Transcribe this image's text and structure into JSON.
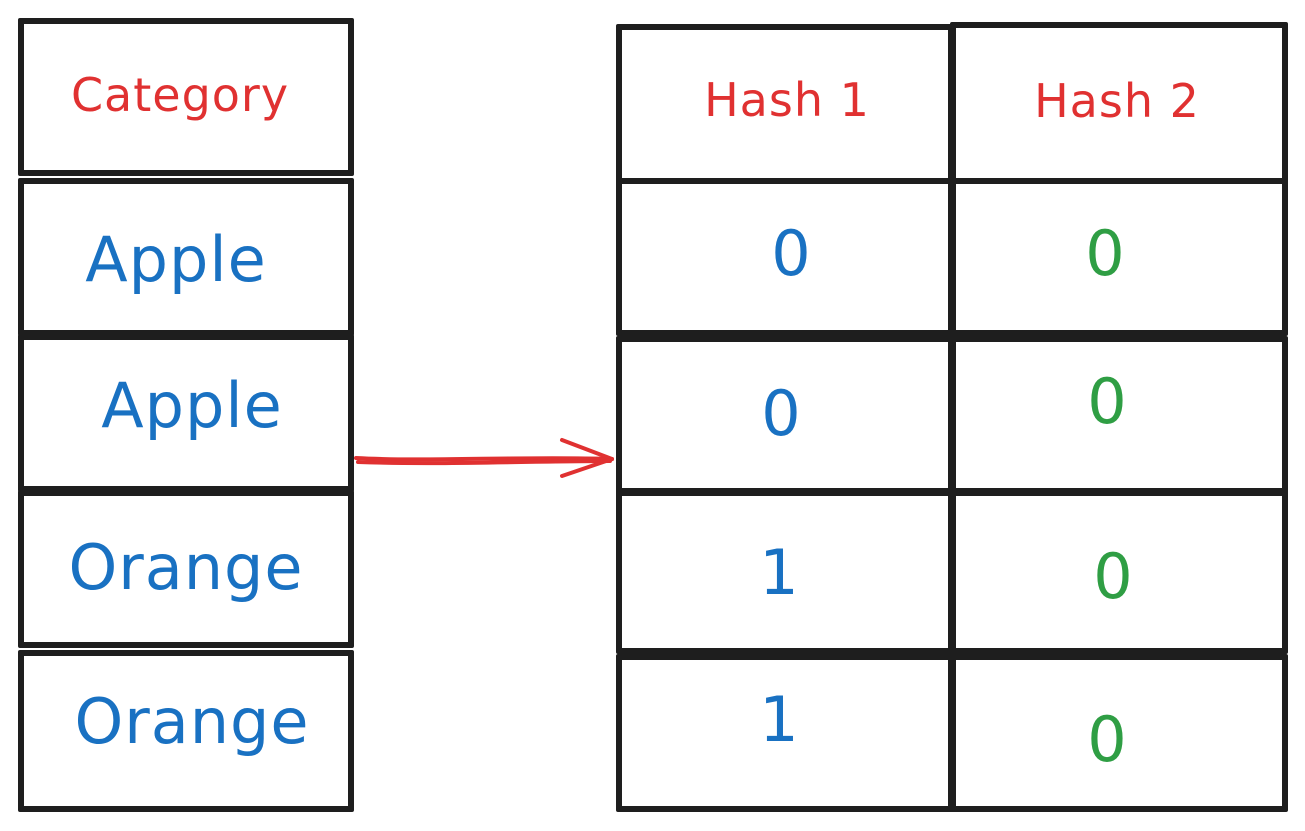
{
  "colors": {
    "header_text": "#e03131",
    "category_text": "#1971c2",
    "hash1_text": "#1971c2",
    "hash2_text": "#2f9e44",
    "border": "#1e1e1e",
    "arrow": "#e03131"
  },
  "left_table": {
    "header": "Category",
    "rows": [
      "Apple",
      "Apple",
      "Orange",
      "Orange"
    ]
  },
  "right_table": {
    "headers": [
      "Hash 1",
      "Hash 2"
    ],
    "rows": [
      [
        "0",
        "0"
      ],
      [
        "0",
        "0"
      ],
      [
        "1",
        "0"
      ],
      [
        "1",
        "0"
      ]
    ]
  }
}
